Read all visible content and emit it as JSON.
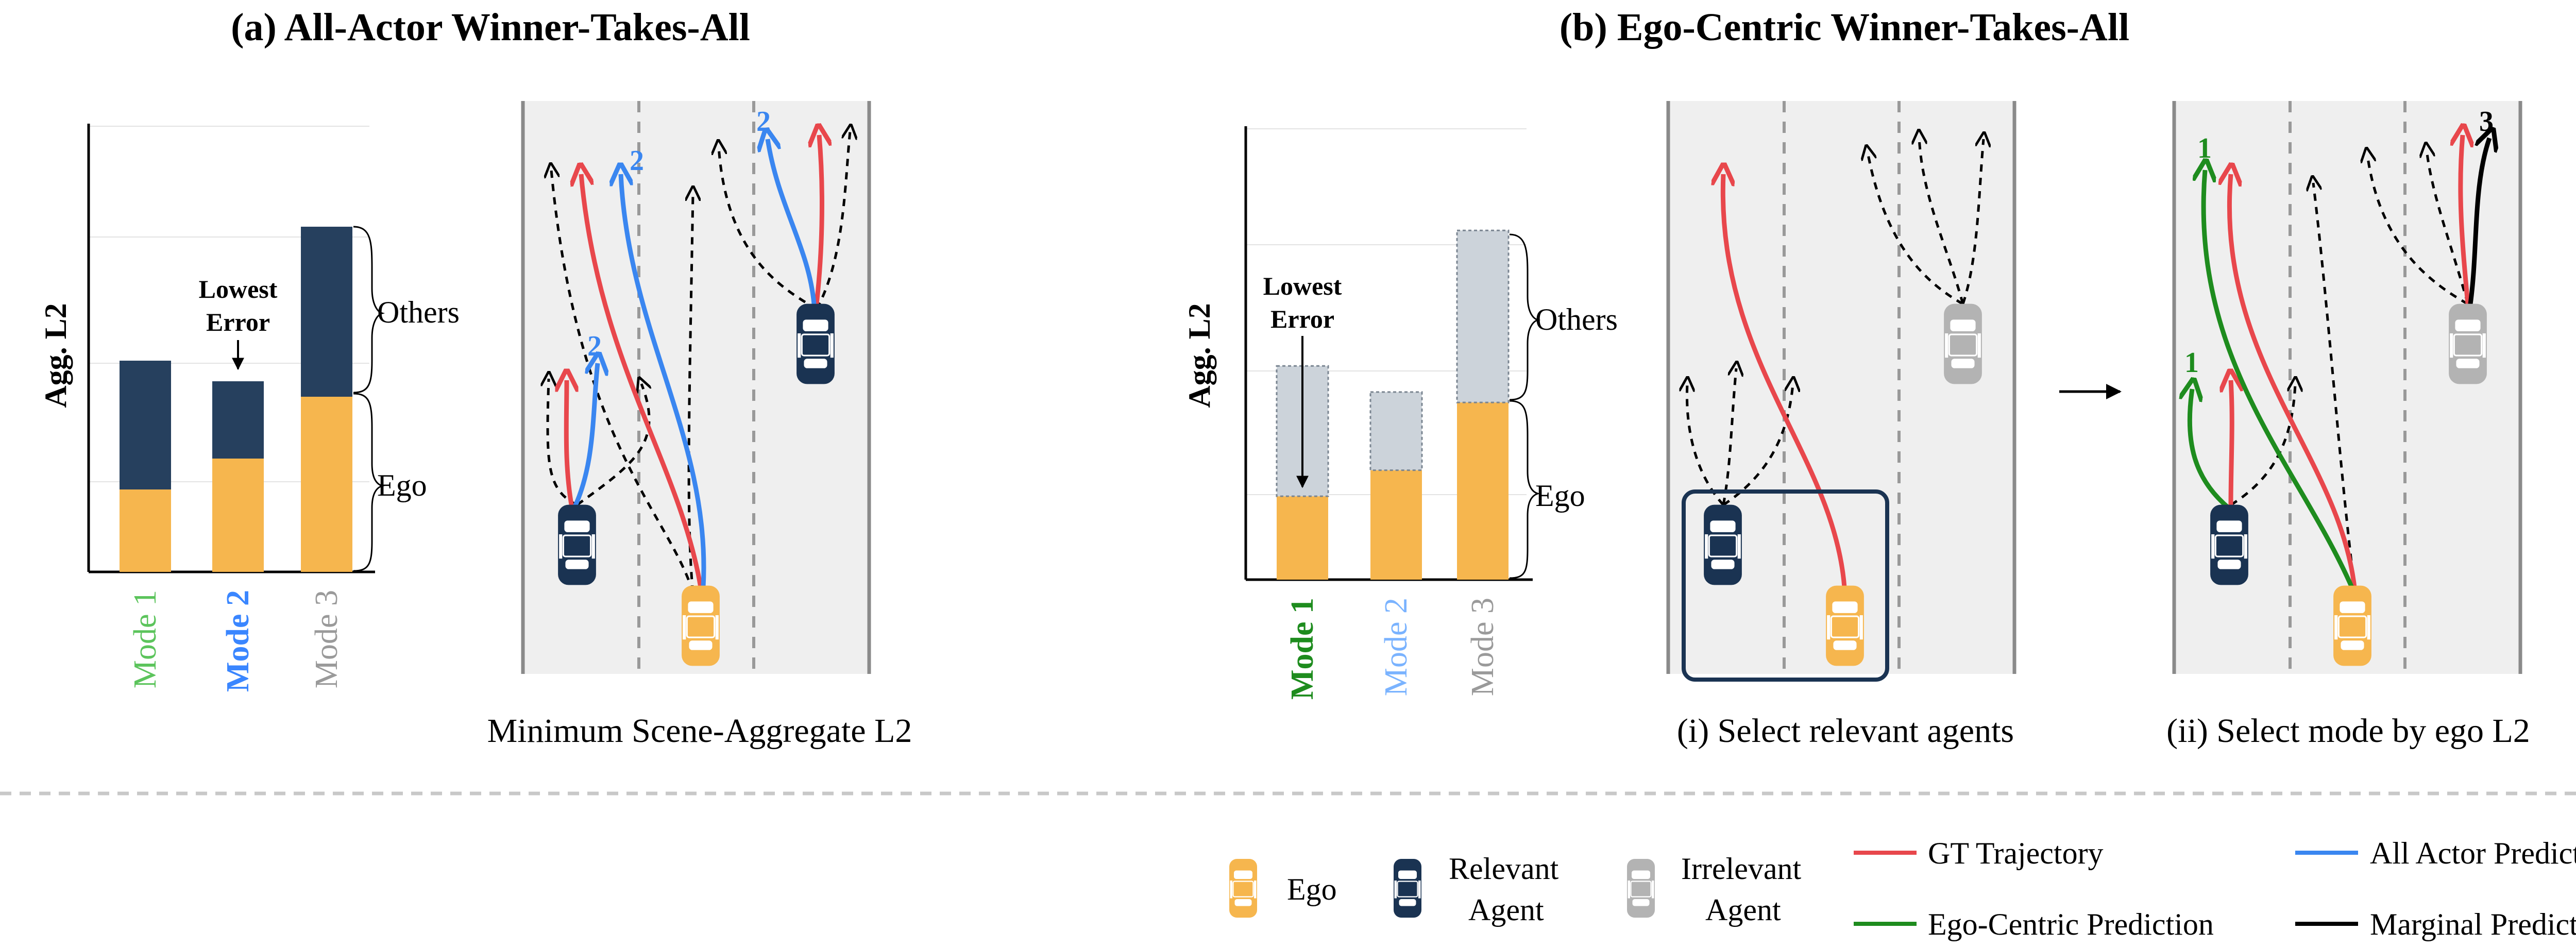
{
  "panel_a": {
    "title": "(a) All-Actor Winner-Takes-All",
    "ylabel": "Agg. L2",
    "others_label": "Others",
    "ego_label": "Ego",
    "callout_line1": "Lowest",
    "callout_line2": "Error",
    "modes": [
      "Mode 1",
      "Mode 2",
      "Mode 3"
    ],
    "mode_colors": [
      "#5cc45c",
      "#3a86ff",
      "#9a9a9a"
    ],
    "caption": "Minimum Scene-Aggregate L2"
  },
  "panel_b": {
    "title": "(b) Ego-Centric Winner-Takes-All",
    "ylabel": "Agg. L2",
    "others_label": "Others",
    "ego_label": "Ego",
    "callout_line1": "Lowest",
    "callout_line2": "Error",
    "modes": [
      "Mode 1",
      "Mode 2",
      "Mode 3"
    ],
    "mode_colors": [
      "#1e8c1e",
      "#7ab3ff",
      "#9a9a9a"
    ],
    "caption_i": "(i) Select relevant agents",
    "caption_ii": "(ii) Select mode by ego L2"
  },
  "chart_data": [
    {
      "type": "bar",
      "stacked": true,
      "categories": [
        "Mode 1",
        "Mode 2",
        "Mode 3"
      ],
      "series": [
        {
          "name": "Ego",
          "values": [
            1.6,
            2.2,
            3.4
          ]
        },
        {
          "name": "Others",
          "values": [
            2.5,
            1.5,
            3.3
          ]
        }
      ],
      "ylabel": "Agg. L2",
      "ylim": [
        0,
        8.7
      ],
      "annotation": "Lowest Error",
      "annotation_category": "Mode 2",
      "bar_colors": {
        "Ego": "#f6b64e",
        "Others": "#26405e"
      }
    },
    {
      "type": "bar",
      "stacked": true,
      "categories": [
        "Mode 1",
        "Mode 2",
        "Mode 3"
      ],
      "series": [
        {
          "name": "Ego",
          "values": [
            1.6,
            2.1,
            3.4
          ]
        },
        {
          "name": "Others",
          "values": [
            2.5,
            1.5,
            3.3
          ]
        }
      ],
      "ylabel": "Agg. L2",
      "ylim": [
        0,
        8.7
      ],
      "annotation": "Lowest Error",
      "annotation_category": "Mode 1",
      "bar_colors": {
        "Ego": "#f6b64e",
        "Others": "#ccd3da"
      }
    }
  ],
  "scene_labels": {
    "a_blue_1": "2",
    "a_blue_2": "2",
    "a_blue_3": "2",
    "b_green_1": "1",
    "b_green_2": "1",
    "b_black": "3"
  },
  "legend": {
    "ego": "Ego",
    "relevant_line1": "Relevant",
    "relevant_line2": "Agent",
    "irrelevant_line1": "Irrelevant",
    "irrelevant_line2": "Agent",
    "gt": "GT Trajectory",
    "ego_centric": "Ego-Centric Prediction",
    "all_actor": "All Actor Prediction",
    "marginal": "Marginal Prediction"
  },
  "colors": {
    "ego_car": "#f6b64e",
    "relevant_car": "#1a3352",
    "irrelevant_car": "#b3b3b3",
    "gt": "#e8474c",
    "ego_centric": "#1e8c1e",
    "all_actor": "#3a86f0",
    "marginal": "#000000",
    "road": "#efefef"
  }
}
